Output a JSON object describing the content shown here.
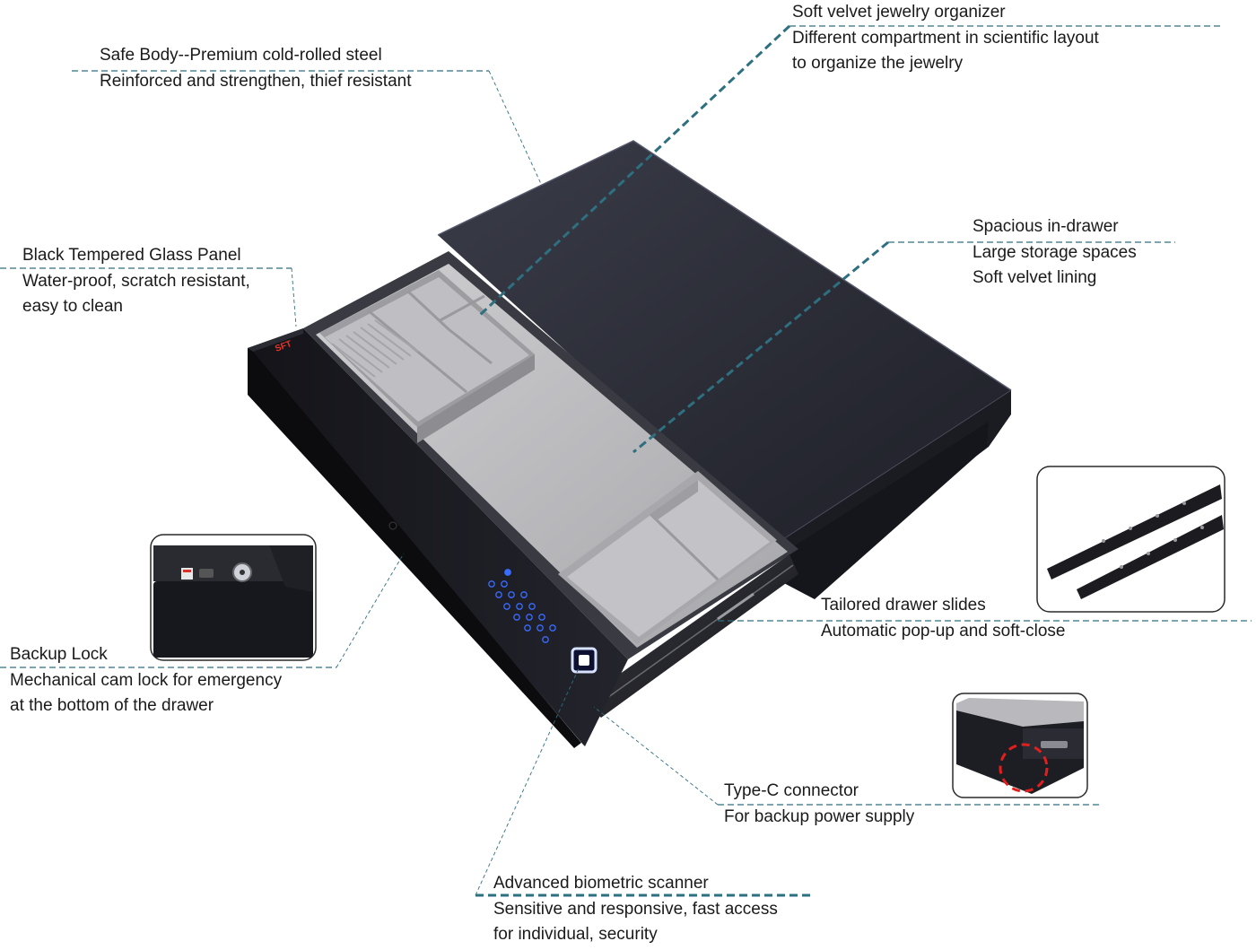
{
  "callouts": [
    {
      "id": "organizer",
      "lines": [
        "Soft velvet jewelry organizer",
        "Different compartment in scientific layout",
        "to organize the jewelry"
      ]
    },
    {
      "id": "safe-body",
      "lines": [
        "Safe Body--Premium cold-rolled steel",
        "Reinforced and strengthen, thief resistant"
      ]
    },
    {
      "id": "glass-panel",
      "lines": [
        "Black Tempered Glass Panel",
        "Water-proof, scratch resistant,",
        "easy to clean"
      ]
    },
    {
      "id": "in-drawer",
      "lines": [
        "Spacious in-drawer",
        "Large storage spaces",
        "Soft velvet lining"
      ]
    },
    {
      "id": "slides",
      "lines": [
        "Tailored drawer slides",
        "Automatic pop-up and soft-close"
      ]
    },
    {
      "id": "backup-lock",
      "lines": [
        "Backup Lock",
        "Mechanical cam lock for emergency",
        "at the bottom of the drawer"
      ]
    },
    {
      "id": "type-c",
      "lines": [
        "Type-C connector",
        "For backup power supply"
      ]
    },
    {
      "id": "biometric",
      "lines": [
        "Advanced biometric scanner",
        "Sensitive and responsive, fast access",
        "for individual, security"
      ]
    }
  ],
  "brand_logo_text": "SFT",
  "colors": {
    "leader_line": "#2e6f80",
    "safe_body": "#25262f",
    "velvet": "#b5b5b8",
    "keypad_glow": "#3a6cff",
    "highlight_circle": "#e21f1f"
  }
}
